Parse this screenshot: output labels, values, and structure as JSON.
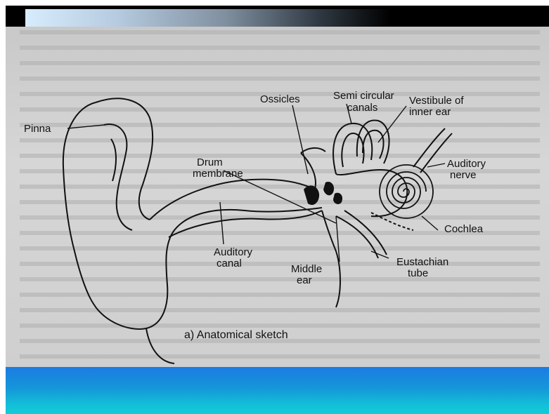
{
  "slide": {
    "accent_top": "#000000",
    "gradient_colors": [
      "#d7ecfc",
      "#000000"
    ],
    "band_colors": [
      "#1c7be2",
      "#12cbd6"
    ]
  },
  "figure": {
    "caption": "a) Anatomical sketch",
    "labels": {
      "pinna": "Pinna",
      "semi_circular_1": "Semi circular",
      "semi_circular_2": "canals",
      "ossicles": "Ossicles",
      "vestibule_1": "Vestibule of",
      "vestibule_2": "inner ear",
      "drum_1": "Drum",
      "drum_2": "membrane",
      "auditory_nerve_1": "Auditory",
      "auditory_nerve_2": "nerve",
      "cochlea": "Cochlea",
      "auditory_canal_1": "Auditory",
      "auditory_canal_2": "canal",
      "eustachian_1": "Eustachian",
      "eustachian_2": "tube",
      "middle_ear_1": "Middle",
      "middle_ear_2": "ear"
    }
  }
}
